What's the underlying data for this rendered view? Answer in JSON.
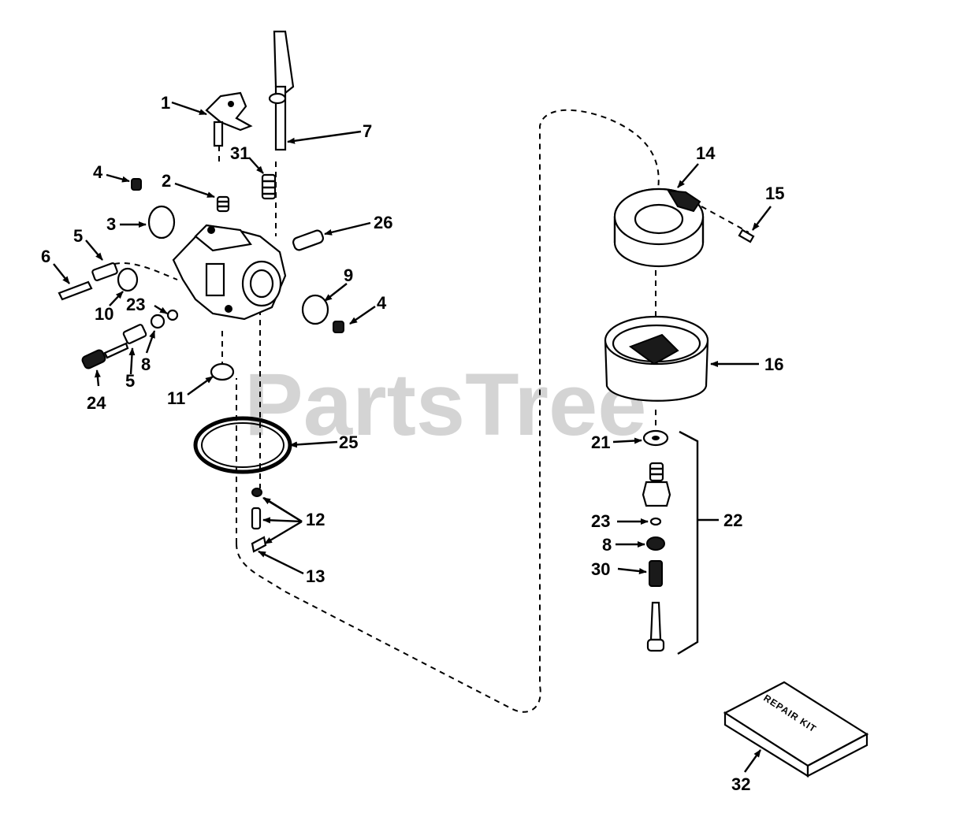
{
  "watermark": "PartsTree",
  "repair_kit_text": "REPAIR KIT",
  "callouts": {
    "c1": "1",
    "c2": "2",
    "c3": "3",
    "c4a": "4",
    "c4b": "4",
    "c5a": "5",
    "c5b": "5",
    "c6": "6",
    "c7": "7",
    "c8a": "8",
    "c8b": "8",
    "c9": "9",
    "c10": "10",
    "c11": "11",
    "c12": "12",
    "c13": "13",
    "c14": "14",
    "c15": "15",
    "c16": "16",
    "c21": "21",
    "c22": "22",
    "c23a": "23",
    "c23b": "23",
    "c24": "24",
    "c25": "25",
    "c26": "26",
    "c30": "30",
    "c31": "31",
    "c32": "32"
  }
}
